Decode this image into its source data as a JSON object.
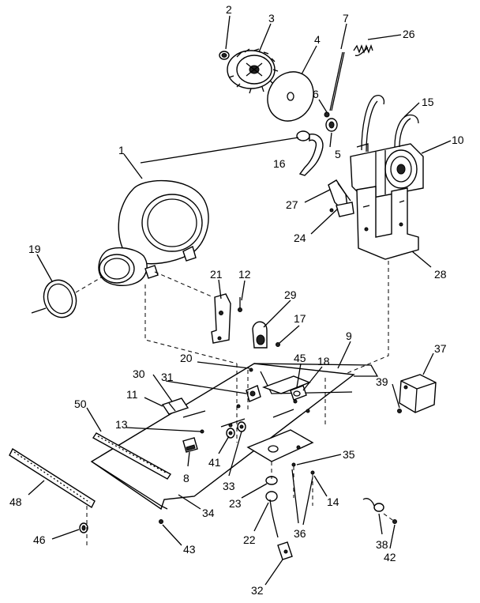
{
  "callouts": [
    {
      "id": "c2",
      "text": "2"
    },
    {
      "id": "c3",
      "text": "3"
    },
    {
      "id": "c4",
      "text": "4"
    },
    {
      "id": "c7",
      "text": "7"
    },
    {
      "id": "c26",
      "text": "26"
    },
    {
      "id": "c6",
      "text": "6"
    },
    {
      "id": "c15",
      "text": "15"
    },
    {
      "id": "c5",
      "text": "5"
    },
    {
      "id": "c10",
      "text": "10"
    },
    {
      "id": "c1",
      "text": "1"
    },
    {
      "id": "c16",
      "text": "16"
    },
    {
      "id": "c27",
      "text": "27"
    },
    {
      "id": "c24",
      "text": "24"
    },
    {
      "id": "c19",
      "text": "19"
    },
    {
      "id": "c28",
      "text": "28"
    },
    {
      "id": "c21",
      "text": "21"
    },
    {
      "id": "c12",
      "text": "12"
    },
    {
      "id": "c29",
      "text": "29"
    },
    {
      "id": "c17",
      "text": "17"
    },
    {
      "id": "c9",
      "text": "9"
    },
    {
      "id": "c20",
      "text": "20"
    },
    {
      "id": "c45",
      "text": "45"
    },
    {
      "id": "c18",
      "text": "18"
    },
    {
      "id": "c37",
      "text": "37"
    },
    {
      "id": "c30",
      "text": "30"
    },
    {
      "id": "c31",
      "text": "31"
    },
    {
      "id": "c39",
      "text": "39"
    },
    {
      "id": "c11",
      "text": "11"
    },
    {
      "id": "c50",
      "text": "50"
    },
    {
      "id": "c13",
      "text": "13"
    },
    {
      "id": "c41",
      "text": "41"
    },
    {
      "id": "c8",
      "text": "8"
    },
    {
      "id": "c33",
      "text": "33"
    },
    {
      "id": "c35",
      "text": "35"
    },
    {
      "id": "c23",
      "text": "23"
    },
    {
      "id": "c14",
      "text": "14"
    },
    {
      "id": "c48",
      "text": "48"
    },
    {
      "id": "c34",
      "text": "34"
    },
    {
      "id": "c36",
      "text": "36"
    },
    {
      "id": "c38",
      "text": "38"
    },
    {
      "id": "c22",
      "text": "22"
    },
    {
      "id": "c46",
      "text": "46"
    },
    {
      "id": "c43",
      "text": "43"
    },
    {
      "id": "c42",
      "text": "42"
    },
    {
      "id": "c32",
      "text": "32"
    }
  ]
}
